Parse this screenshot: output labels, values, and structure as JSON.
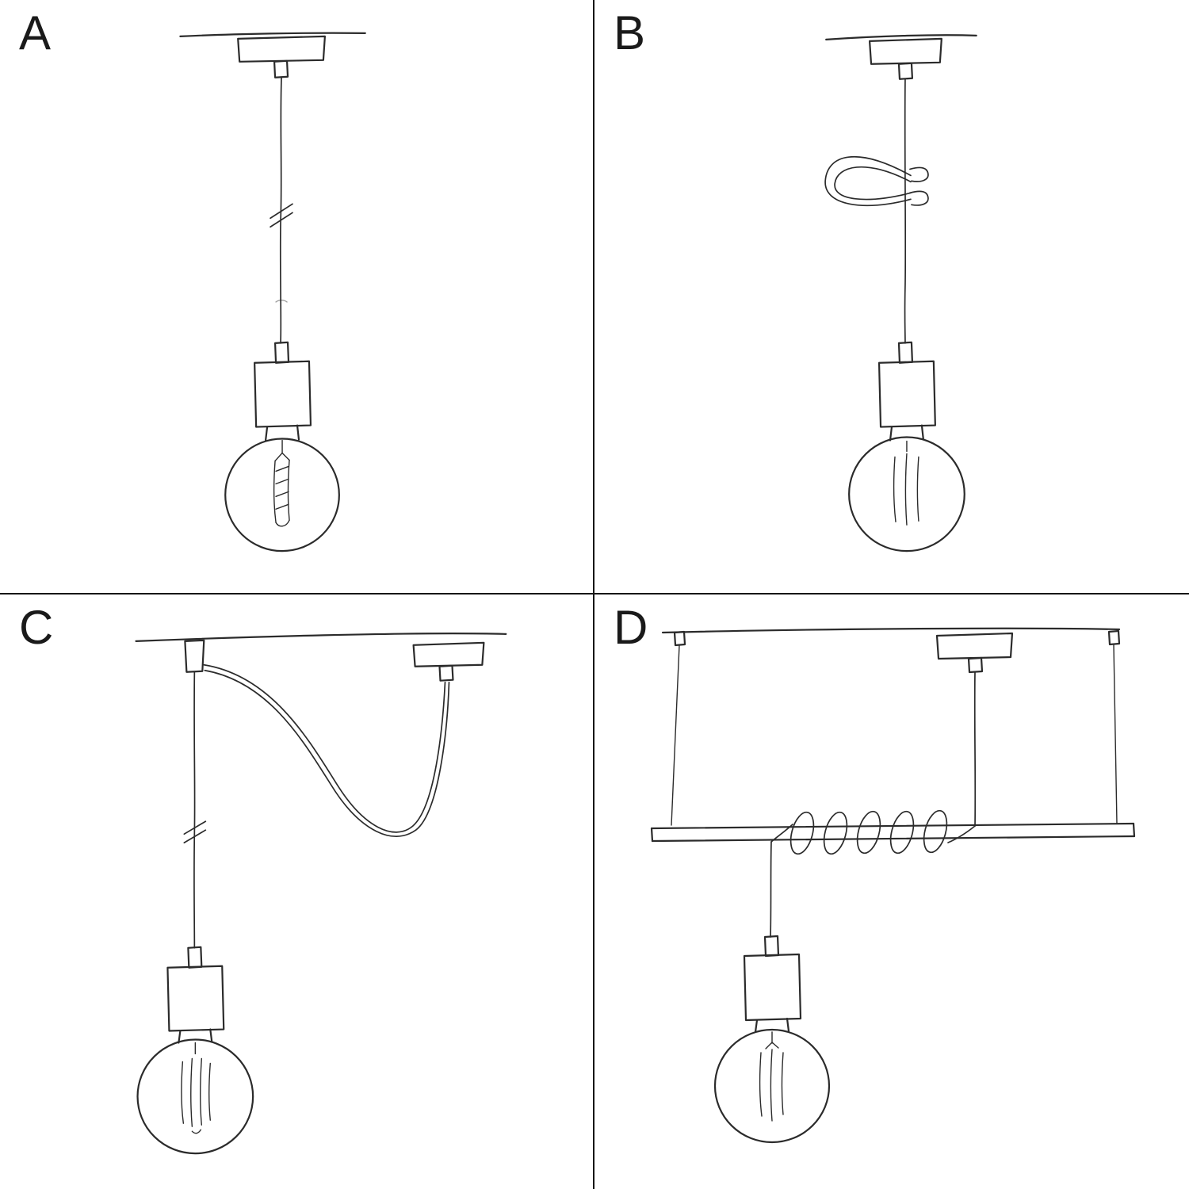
{
  "page": {
    "background_color": "#ffffff",
    "ink_color": "#2b2b2b",
    "divider_color": "#161616",
    "label_color": "#1a1a1a"
  },
  "panels": [
    {
      "label": "A",
      "sketch": "pendant-straight-cable-sketch"
    },
    {
      "label": "B",
      "sketch": "pendant-cable-decentralizer-sketch"
    },
    {
      "label": "C",
      "sketch": "pendant-swag-cable-sketch"
    },
    {
      "label": "D",
      "sketch": "pendant-wrapped-bar-sketch"
    }
  ]
}
